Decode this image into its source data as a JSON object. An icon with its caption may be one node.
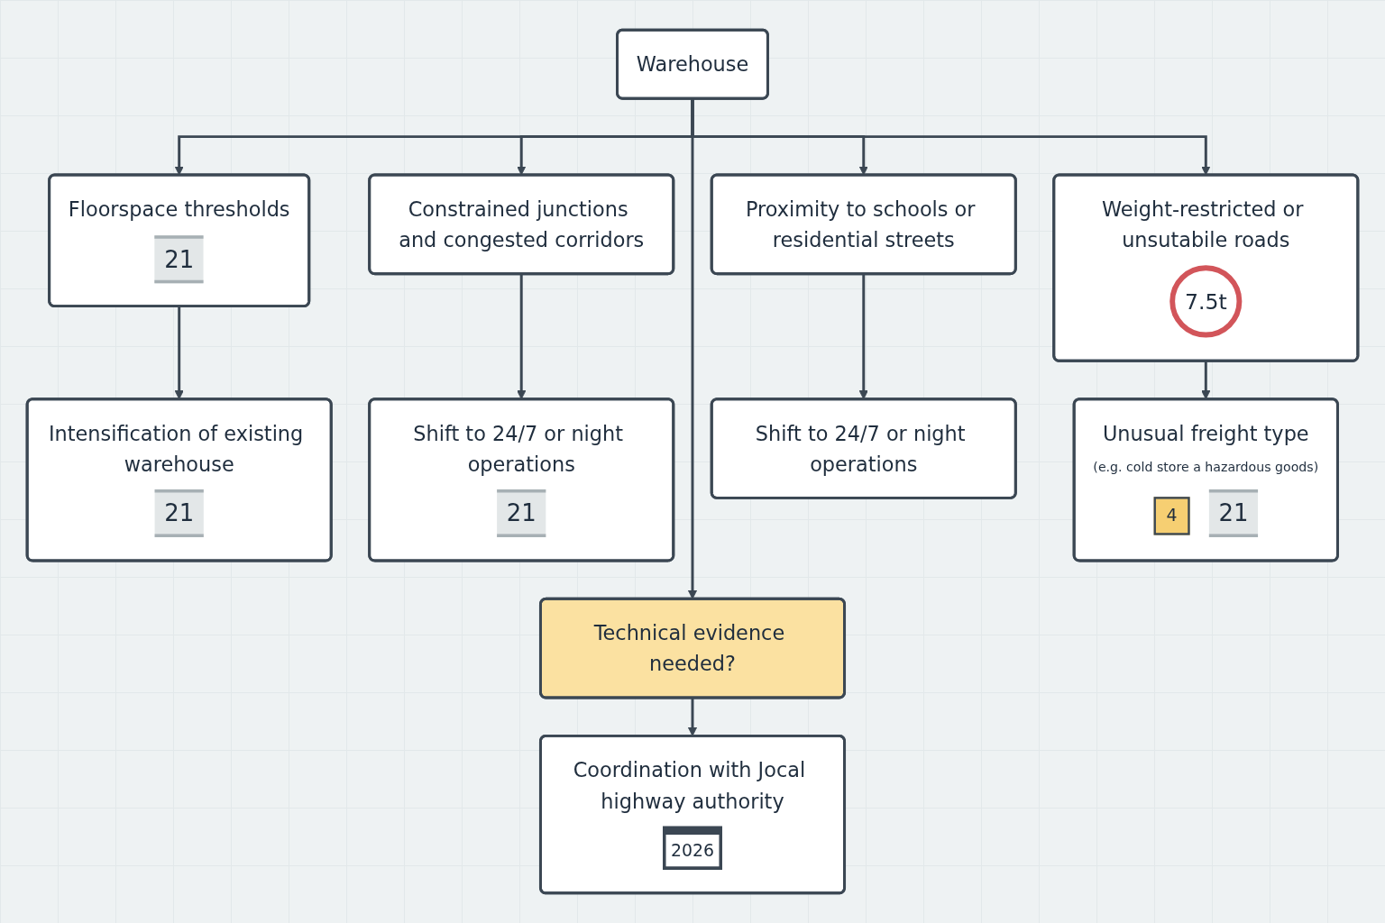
{
  "diagram": {
    "nodes": [
      {
        "text": [
          "Warehouse"
        ]
      },
      {
        "text": [
          "Floorspace thresholds",
          "21"
        ]
      },
      {
        "text": [
          "Constrained junctions and congested corridors"
        ]
      },
      {
        "text": [
          "Proximity to schools or residential streets"
        ]
      },
      {
        "text": [
          "Weight-restricted or unsutabile roads",
          "7.5t"
        ]
      },
      {
        "text": [
          "Intensification of existing warehouse",
          "21"
        ]
      },
      {
        "text": [
          "Shift to 24/7 or night operations",
          "21"
        ]
      },
      {
        "text": [
          "Shift to 24/7 or night operations"
        ]
      },
      {
        "text": [
          "Unusual freight type",
          "(e.g. cold store a hazardous goods)",
          "4",
          "21"
        ]
      },
      {
        "text": [
          "Technical evidence needed?"
        ]
      },
      {
        "text": [
          "Coordination with Jocal highway authority",
          "2026"
        ]
      }
    ],
    "edges": [
      {
        "from": 0,
        "to": 1,
        "arrow": "to"
      },
      {
        "from": 0,
        "to": 2,
        "arrow": "to"
      },
      {
        "from": 0,
        "to": 9,
        "arrow": "to"
      },
      {
        "from": 0,
        "to": 3,
        "arrow": "to"
      },
      {
        "from": 0,
        "to": 4,
        "arrow": "to"
      },
      {
        "from": 1,
        "to": 5,
        "arrow": "to"
      },
      {
        "from": 2,
        "to": 6,
        "arrow": "to"
      },
      {
        "from": 3,
        "to": 7,
        "arrow": "to"
      },
      {
        "from": 4,
        "to": 8,
        "arrow": "to"
      },
      {
        "from": 9,
        "to": 10,
        "arrow": "to"
      }
    ]
  }
}
